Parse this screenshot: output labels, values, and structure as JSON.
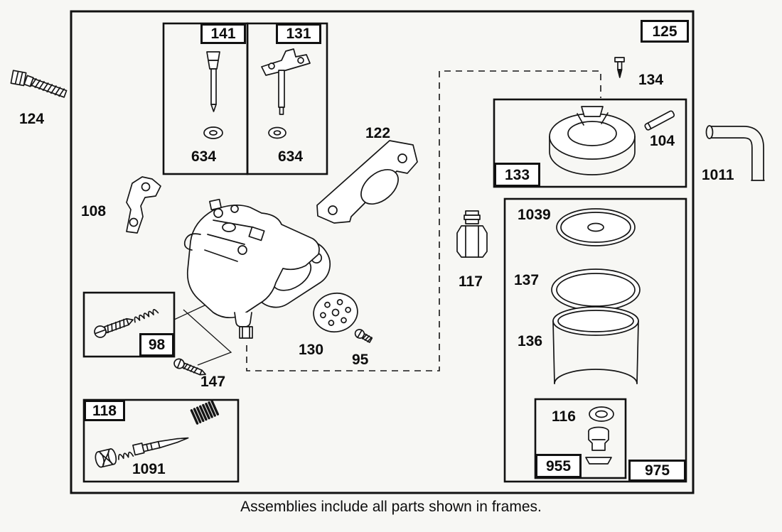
{
  "colors": {
    "background": "#f7f7f4",
    "line": "#161616",
    "label_text": "#0d0d0d",
    "frame_fill": "#ffffff"
  },
  "caption": "Assemblies include all parts shown in frames.",
  "labels": {
    "p124": "124",
    "p141": "141",
    "p131": "131",
    "p634_left": "634",
    "p634_right": "634",
    "p122": "122",
    "p125": "125",
    "p134": "134",
    "p104": "104",
    "p133": "133",
    "p1011": "1011",
    "p108": "108",
    "p117": "117",
    "p1039": "1039",
    "p137": "137",
    "p136": "136",
    "p98": "98",
    "p130": "130",
    "p95": "95",
    "p147": "147",
    "p118": "118",
    "p1091": "1091",
    "p116": "116",
    "p955": "955",
    "p975": "975"
  }
}
